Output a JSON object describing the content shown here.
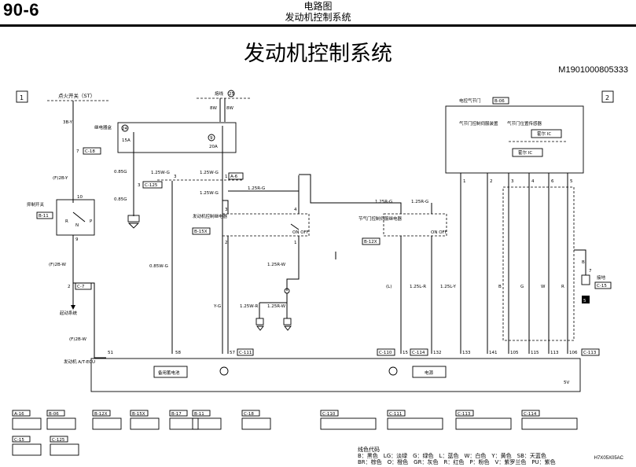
{
  "header": {
    "page_number": "90-6",
    "section": "电路图",
    "subsection": "发动机控制系统",
    "title": "发动机控制系统",
    "doc_id": "M1901000805333"
  },
  "diagram": {
    "sheet_marks": [
      "1",
      "2"
    ],
    "top_labels": {
      "ignition_switch": "点火开关（ST）",
      "fusible": "熔线",
      "fusible_num": "25",
      "relay_box": "继电器盒",
      "relay_box_num": "24",
      "relay_box_pin": "9",
      "fuse_15a": "15A",
      "fuse_20a": "20A",
      "throttle_body": "电控气节门",
      "throttle_body_conn": "B-06",
      "throttle_actuator": "气节门控制伺服装置",
      "throttle_sensor": "气节门位置传感器",
      "hall_ic_1": "霍尔 IC",
      "hall_ic_2": "霍尔 IC"
    },
    "components": {
      "inhibitor_switch": "抑制开关",
      "inhibitor_conn": "B-11",
      "engine_relay": "发动机控制继电器",
      "engine_relay_conn": "B-15X",
      "throttle_relay": "节气门控制伺服继电器",
      "throttle_relay_conn": "B-12X",
      "starter_system": "起动系统",
      "ground": "接地",
      "ground_conn": "C-15",
      "ground_num": "5",
      "ecu": "发动机 A/T-ECU",
      "backup_power": "备用蓄电池",
      "power_supply": "电源",
      "fuse_5v": "5V"
    },
    "wire_labels": {
      "w_3b_y": "3B-Y",
      "w_f2b_y": "(F)2B-Y",
      "w_f2b_w": "(F)2B-W",
      "w_f2b_w_b": "(F)2B-W",
      "w_085g": "0.85G",
      "w_085g_b": "0.85G",
      "w_125w_g_1": "1.25W-G",
      "w_125w_g_2": "1.25W-G",
      "w_125w_g_3": "1.25W-G",
      "w_125r_g_1": "1.25R-G",
      "w_125r_g_2": "1.25R-G",
      "w_125r_g_3": "1.25R-G",
      "w_085w_g": "0.85W-G",
      "w_125r_w_1": "1.25R-W",
      "w_125r_w_2": "1.25R-W",
      "w_125w_r": "1.25W-R",
      "w_125l_y": "1.25L-Y",
      "w_125l_r": "1.25L-R",
      "w_y_g": "Y-G",
      "w_8w_1": "8W",
      "w_8w_2": "8W",
      "w_l": "(L)",
      "w_b": "B",
      "w_g": "G",
      "w_w": "W",
      "w_r": "R",
      "w_b_2": "B"
    },
    "connectors": {
      "c_18": "C-18",
      "c_125": "C-125",
      "c_6": "A-6",
      "c_7": "C-7",
      "c_111": "C-111",
      "c_110": "C-110",
      "c_114": "C-114",
      "c_113": "C-113"
    },
    "ecu_pins": [
      "51",
      "58",
      "57",
      "15",
      "132",
      "133",
      "141",
      "105",
      "115",
      "113",
      "106"
    ]
  },
  "connector_panel": {
    "labels": [
      "A-16",
      "B-06",
      "B-12X",
      "B-15X",
      "B-17",
      "B-11",
      "C-15",
      "C-110",
      "C-111",
      "C-113",
      "C-114",
      "C-18",
      "C-125"
    ]
  },
  "legend": {
    "title": "线色代码",
    "line1": "B：黑色　LG：淡绿　G：绿色　L：蓝色　W：白色　Y：黄色　SB：天蓝色",
    "line2": "BR：棕色　O：橙色　GR：灰色　R：红色　P：粉色　V：紫罗兰色　PU：紫色"
  },
  "corner_code": "H7X05X05AC"
}
